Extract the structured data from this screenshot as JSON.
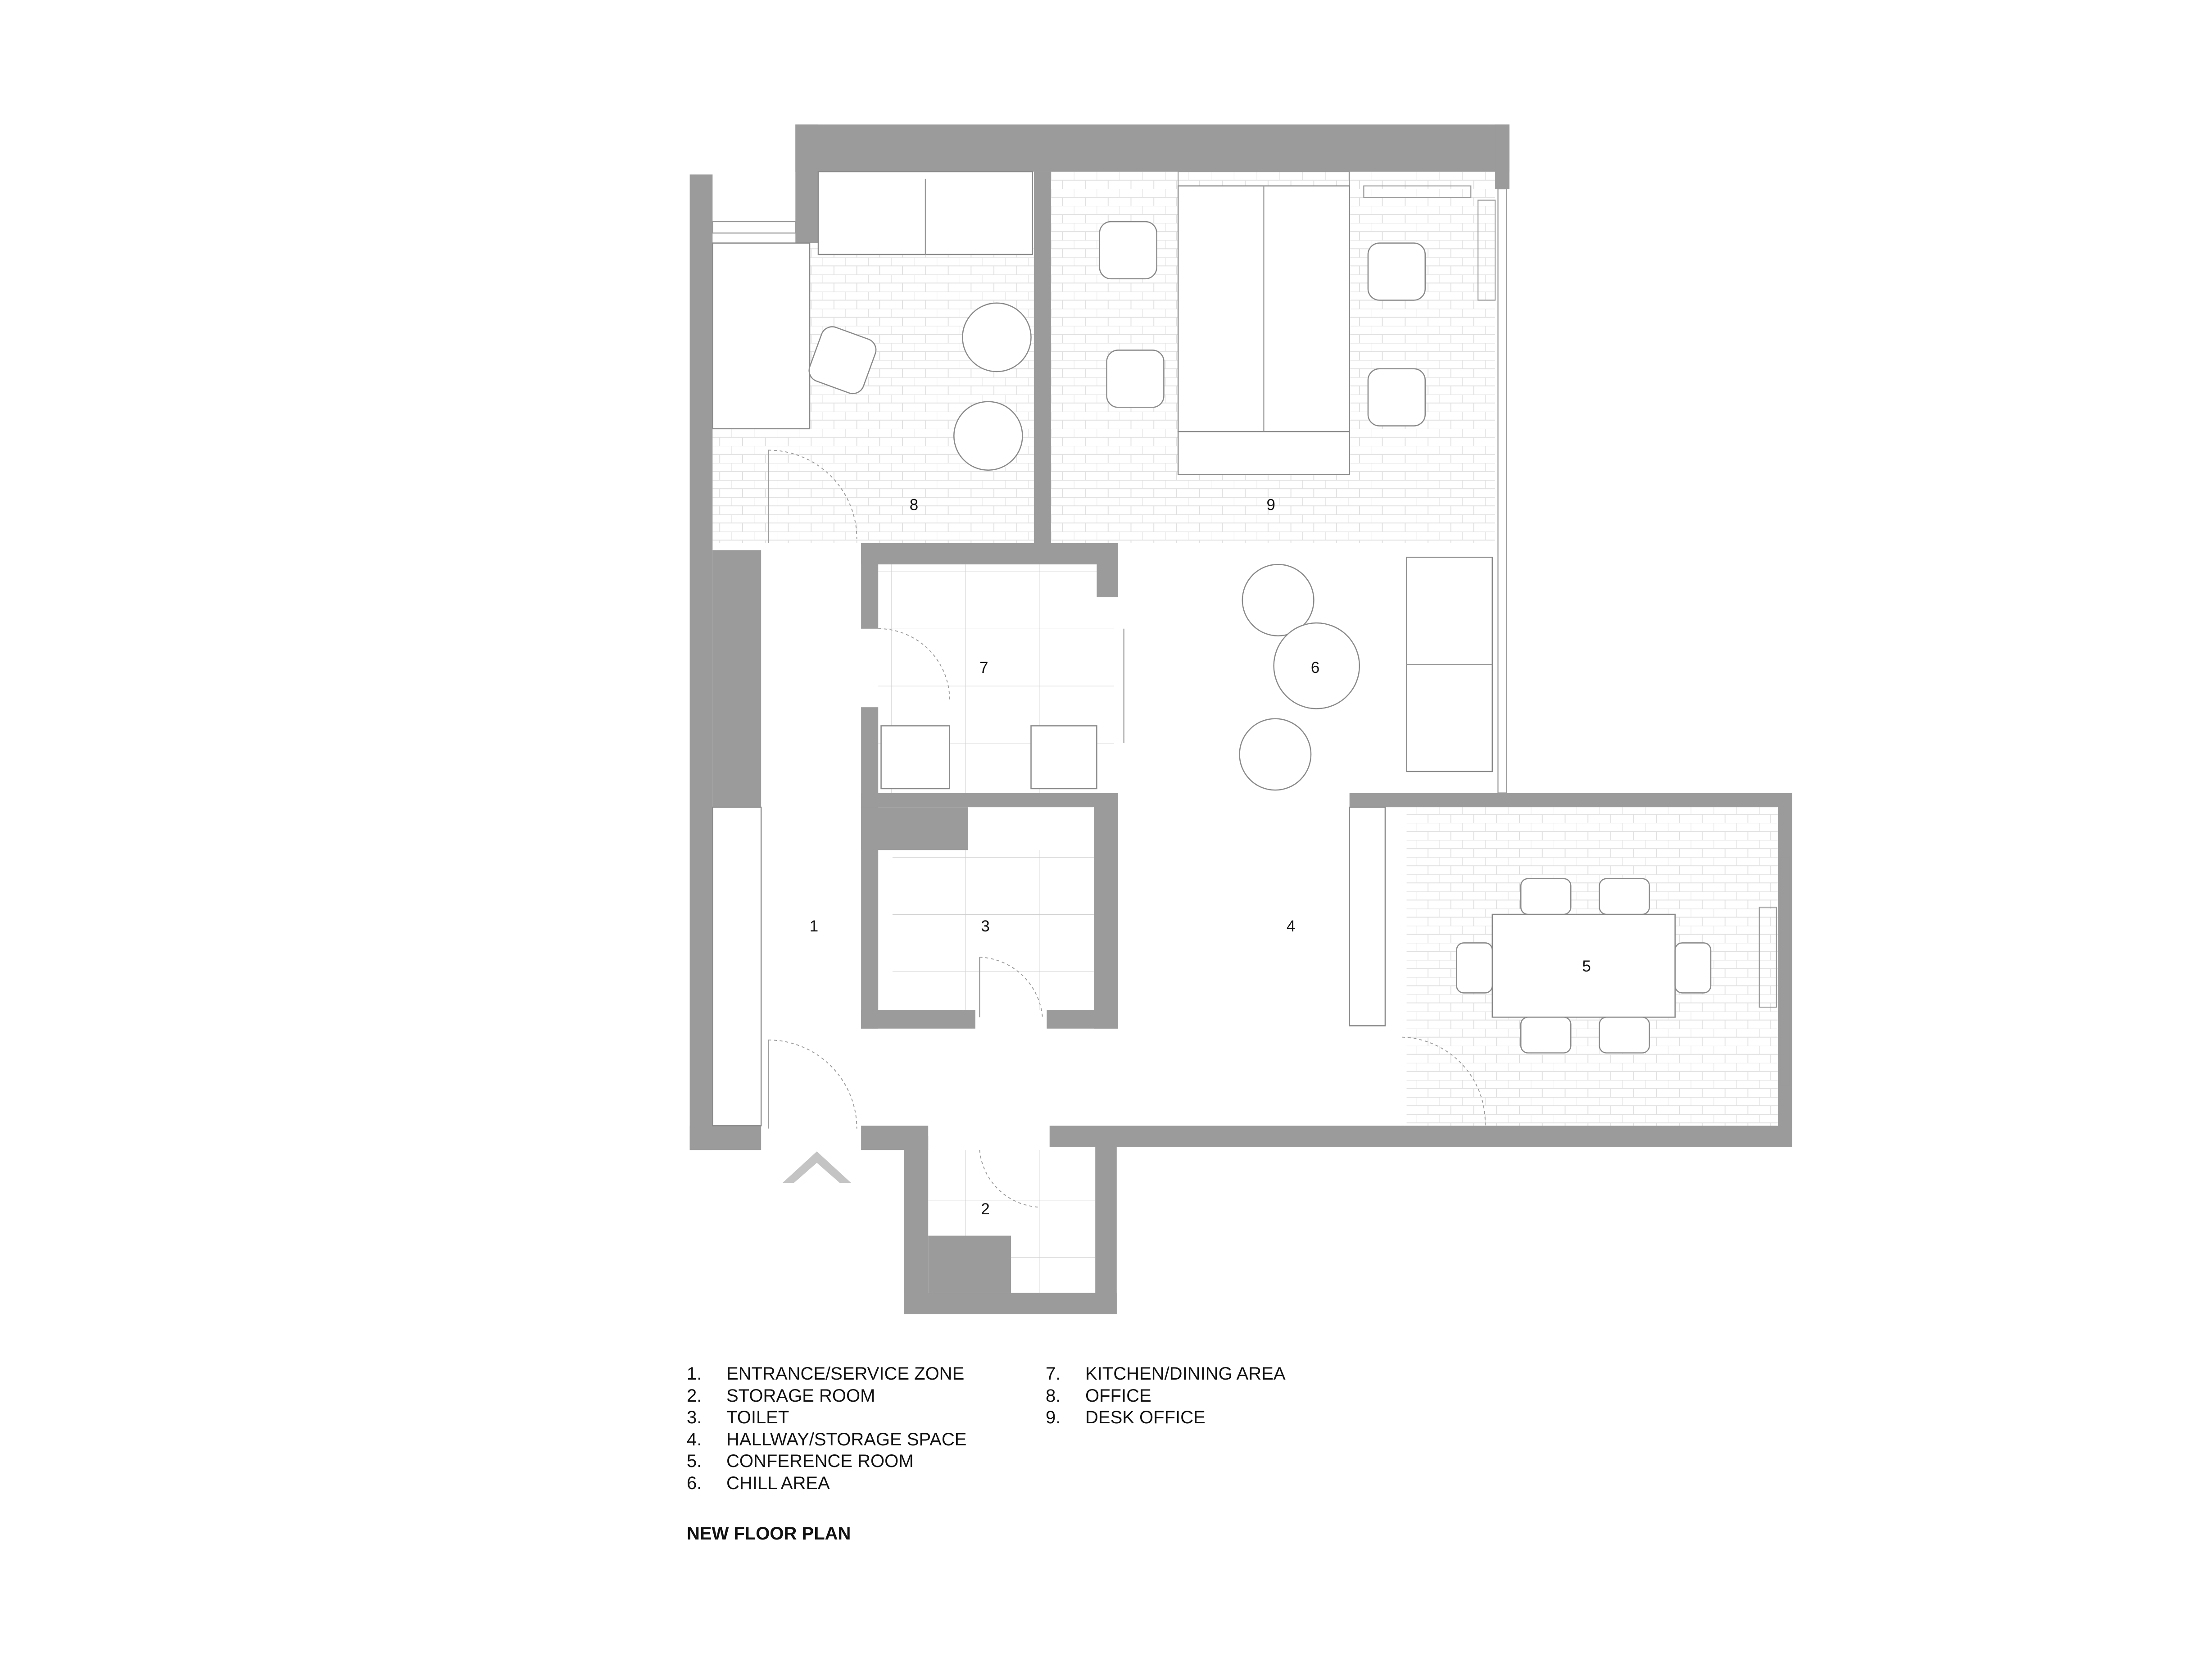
{
  "rooms": [
    {
      "num": "1",
      "name": "ENTRANCE/SERVICE ZONE"
    },
    {
      "num": "2",
      "name": "STORAGE ROOM"
    },
    {
      "num": "3",
      "name": "TOILET"
    },
    {
      "num": "4",
      "name": "HALLWAY/STORAGE SPACE"
    },
    {
      "num": "5",
      "name": "CONFERENCE ROOM"
    },
    {
      "num": "6",
      "name": "CHILL AREA"
    },
    {
      "num": "7",
      "name": "KITCHEN/DINING AREA"
    },
    {
      "num": "8",
      "name": "OFFICE"
    },
    {
      "num": "9",
      "name": "DESK OFFICE"
    }
  ],
  "legend_nums": [
    "1.",
    "2.",
    "3.",
    "4.",
    "5.",
    "6.",
    "7.",
    "8.",
    "9."
  ],
  "title": "NEW FLOOR PLAN",
  "colors": {
    "wall": "#9b9b9b",
    "line": "#8a8a8a"
  }
}
